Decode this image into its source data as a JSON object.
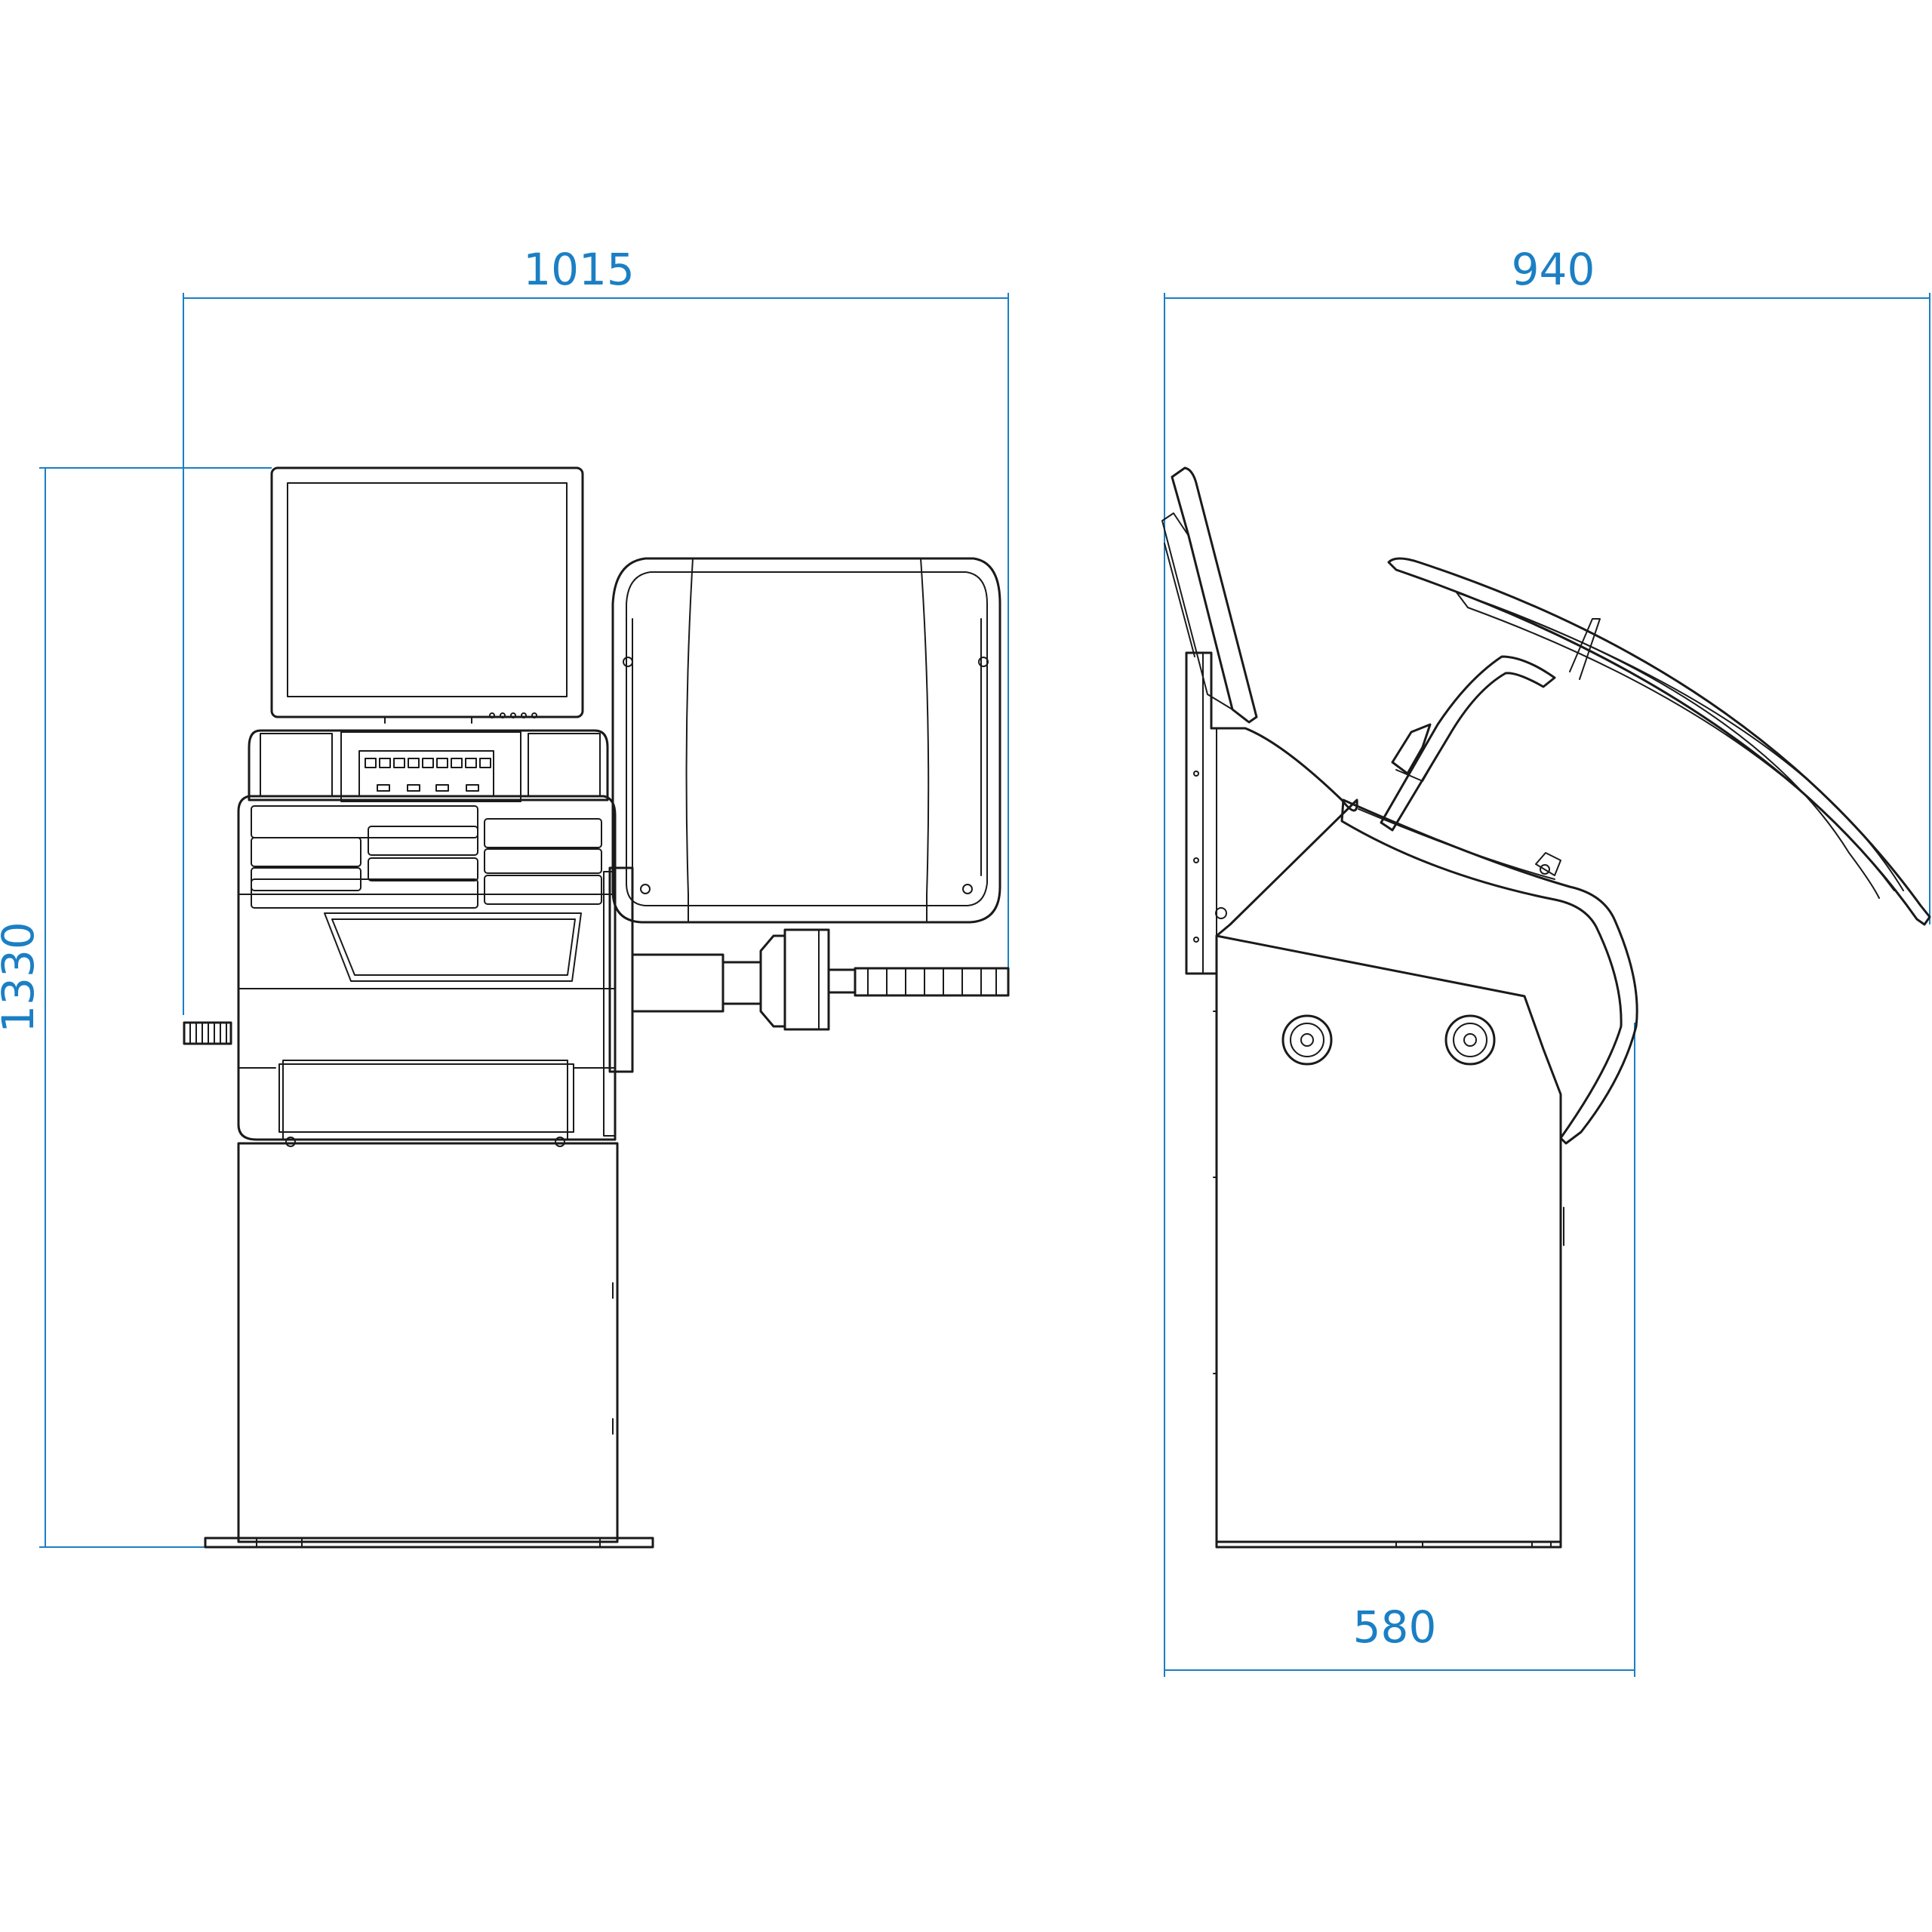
{
  "dimensions": {
    "front_width": "1015",
    "front_height": "1330",
    "side_width": "940",
    "side_depth": "580"
  },
  "colors": {
    "dimension": "#1b7fc4",
    "outline": "#1a1a1a",
    "background": "#ffffff"
  }
}
